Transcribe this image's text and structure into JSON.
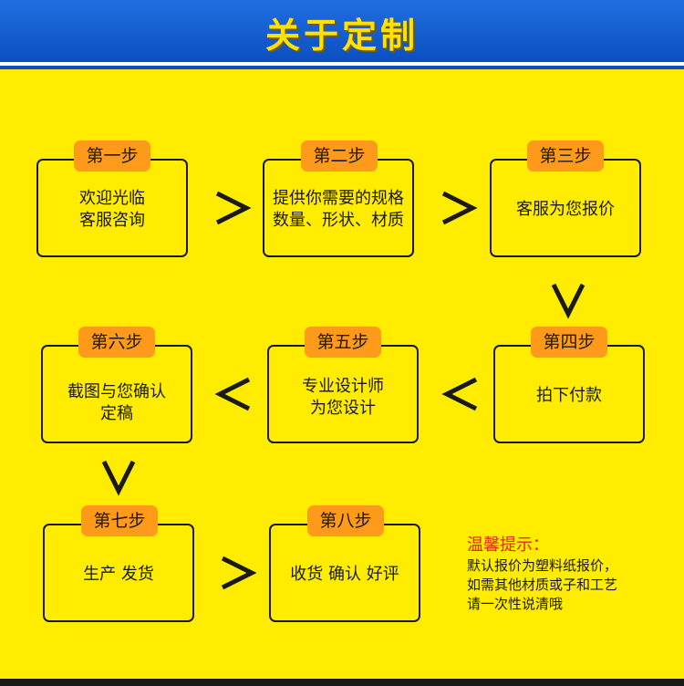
{
  "header": {
    "title": "关于定制"
  },
  "steps": [
    {
      "label": "第一步",
      "text": "欢迎光临\n客服咨询"
    },
    {
      "label": "第二步",
      "text": "提供你需要的规格\n数量、形状、材质"
    },
    {
      "label": "第三步",
      "text": "客服为您报价"
    },
    {
      "label": "第四步",
      "text": "拍下付款"
    },
    {
      "label": "第五步",
      "text": "专业设计师\n为您设计"
    },
    {
      "label": "第六步",
      "text": "截图与您确认\n定稿"
    },
    {
      "label": "第七步",
      "text": "生产  发货"
    },
    {
      "label": "第八步",
      "text": "收货 确认 好评"
    }
  ],
  "tip": {
    "title": "温馨提示：",
    "lines": [
      "默认报价为塑料纸报价，",
      "如需其他材质或子和工艺",
      "请一次性说清哦"
    ]
  },
  "colors": {
    "background": "#ffec00",
    "header": "#0b4fc2",
    "title": "#ffe300",
    "step_label": "#ff9a1a",
    "tip_title": "#e8231a"
  },
  "icons": [
    "arrow-right-icon",
    "arrow-down-icon",
    "arrow-left-icon"
  ]
}
